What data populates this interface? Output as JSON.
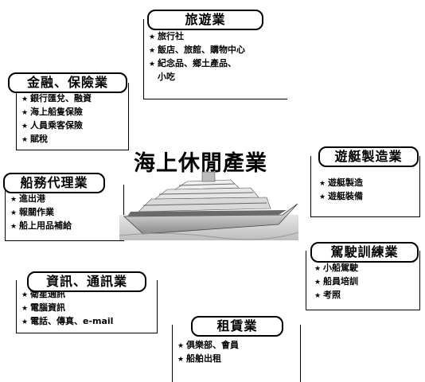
{
  "center_title": "海上休閒產業",
  "nodes": {
    "tourism": {
      "title": "旅遊業",
      "items": [
        "旅行社",
        "飯店、旅館、購物中心",
        "紀念品、鄉土產品、",
        "小吃"
      ]
    },
    "finance": {
      "title": "金融、保險業",
      "items": [
        "銀行匯兌、融資",
        "海上船隻保險",
        "人員乘客保險",
        "賦稅"
      ]
    },
    "yacht": {
      "title": "遊艇製造業",
      "items": [
        "遊艇製造",
        "遊艇裝備"
      ]
    },
    "shipping_agency": {
      "title": "船務代理業",
      "items": [
        "進出港",
        "報關作業",
        "船上用品補給"
      ]
    },
    "training": {
      "title": "駕駛訓練業",
      "items": [
        "小船駕駛",
        "船員培訓",
        "考照"
      ]
    },
    "telecom": {
      "title": "資訊、通訊業",
      "items": [
        "衛星通訊",
        "電腦資訊",
        "電話、傳真、e-mail"
      ]
    },
    "leasing": {
      "title": "租賃業",
      "items": [
        "俱樂部、會員",
        "船舶出租"
      ]
    }
  },
  "bullet_symbol": "★"
}
